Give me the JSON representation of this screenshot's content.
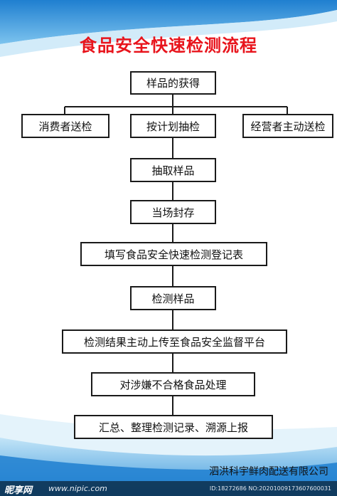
{
  "title": "食品安全快速检测流程",
  "nodes": {
    "sample_acquisition": "样品的获得",
    "consumer_submit": "消费者送检",
    "planned_sampling": "按计划抽检",
    "operator_submit": "经营者主动送检",
    "take_samples": "抽取样品",
    "seal_on_site": "当场封存",
    "fill_register": "填写食品安全快速检测登记表",
    "test_samples": "检测样品",
    "upload_results": "检测结果主动上传至食品安全监督平台",
    "handle_unqualified": "对涉嫌不合格食品处理",
    "summarize_trace": "汇总、整理检测记录、溯源上报"
  },
  "company": "泗洪科宇鲜肉配送有限公司",
  "watermark": {
    "logo": "昵享网",
    "url": "www.nipic.com",
    "id": "ID:18272686 NO:20201009173607600031"
  },
  "colors": {
    "title": "#e8141c",
    "border": "#1a1a1a",
    "bg_blue": "#2c8fd6"
  }
}
